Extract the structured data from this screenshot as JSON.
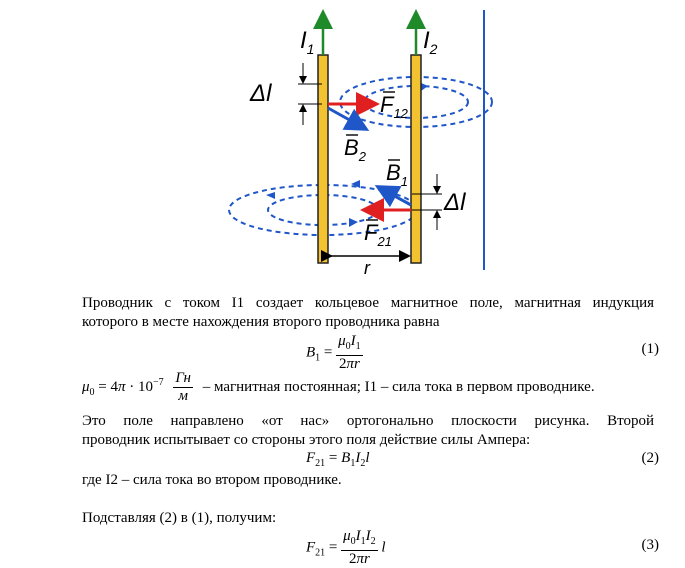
{
  "figure": {
    "labels": {
      "I1": "I",
      "I1_sub": "1",
      "I2": "I",
      "I2_sub": "2",
      "dl_top": "Δl",
      "dl_bottom": "Δl",
      "F12": "F",
      "F12_sub": "12",
      "F21": "F",
      "F21_sub": "21",
      "B1": "B",
      "B1_sub": "1",
      "B2": "B",
      "B2_sub": "2",
      "r": "r"
    },
    "colors": {
      "wire": "#f2c230",
      "wire_border": "#222222",
      "current_arrow": "#1f8a2a",
      "force_arrow": "#e02020",
      "field_line": "#1f56c8",
      "plate": "#1f56c8"
    }
  },
  "text": {
    "p1_line1": "Проводник с током I1 создает кольцевое магнитное поле, магнитная индукция",
    "p1_line2": "которого в месте нахождения второго проводника равна",
    "mu0_desc": "– магнитная постоянная; I1 – сила тока в первом проводнике.",
    "p2_line1": "Это поле направлено «от нас» ортогонально плоскости рисунка. Второй",
    "p2_line2": "проводник испытывает со стороны этого поля действие силы Ампера:",
    "p3": "где I2 – сила тока во втором проводнике.",
    "p4": "Подставляя (2) в (1), получим:"
  },
  "equations": {
    "eq1_number": "(1)",
    "eq2_number": "(2)",
    "eq3_number": "(3)",
    "mu0_unit_num": "Гн",
    "mu0_unit_den": "м"
  }
}
